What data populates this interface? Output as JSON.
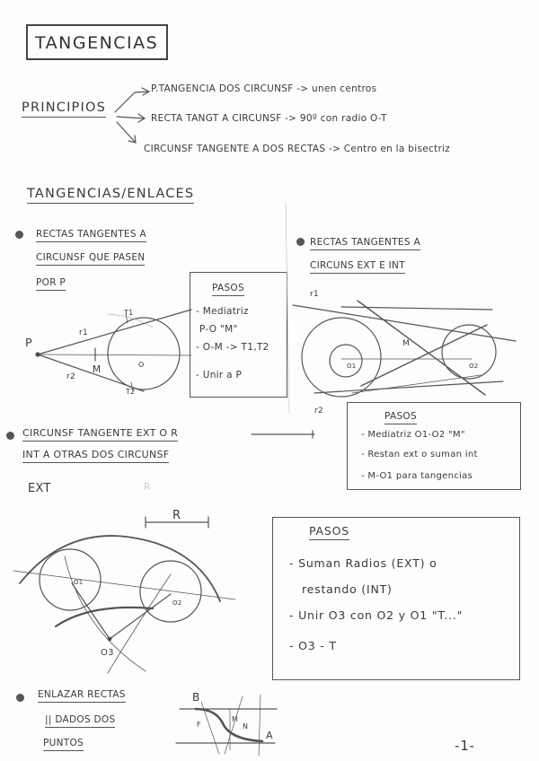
{
  "title": "TANGENCIAS",
  "principios": {
    "label": "PRINCIPIOS",
    "items": [
      "P.TANGENCIA DOS CIRCUNSF -> unen centros",
      "RECTA TANGT A CIRCUNSF -> 90º con radio O-T",
      "CIRCUNSF TANGENTE A DOS RECTAS -> Centro en la bisectriz"
    ]
  },
  "section_heading": "TANGENCIAS/ENLACES",
  "block1": {
    "title_lines": [
      "RECTAS TANGENTES A",
      "CIRCUNSF QUE PASEN",
      "POR P"
    ],
    "labels": {
      "p": "P",
      "t1": "T1",
      "t2": "T2",
      "m": "M",
      "o": "O",
      "r1": "r1",
      "r2": "r2"
    },
    "pasos": {
      "title": "PASOS",
      "steps": [
        "- Mediatriz",
        "P-O \"M\"",
        "- O-M -> T1,T2",
        "- Unir a P"
      ]
    }
  },
  "block2": {
    "title_lines": [
      "RECTAS TANGENTES A",
      "CIRCUNS EXT E INT"
    ],
    "labels": {
      "r1": "r1",
      "r2": "r2",
      "m": "M",
      "o1": "O1",
      "o2": "O2"
    },
    "pasos": {
      "title": "PASOS",
      "steps": [
        "- Mediatriz O1-O2 \"M\"",
        "- Restan ext o suman int",
        "- M-O1 para tangencias"
      ]
    }
  },
  "block3": {
    "title_lines": [
      "CIRCUNSF TANGENTE EXT O  R",
      "INT A OTRAS DOS CIRCUNSF",
      "EXT"
    ],
    "faint_r": "R",
    "r_label": "R",
    "labels": {
      "o1": "O1",
      "o2": "O2",
      "o3": "O3"
    },
    "pasos": {
      "title": "PASOS",
      "steps": [
        "- Suman Radios (EXT) o",
        "restando (INT)",
        "- Unir O3 con O2 y O1 \"T...\"",
        "- O3 - T"
      ]
    }
  },
  "block4": {
    "title_lines": [
      "ENLAZAR RECTAS",
      "|| DADOS DOS",
      "PUNTOS"
    ],
    "labels": {
      "b": "B",
      "a": "A",
      "m": "M",
      "n": "N",
      "f": "F"
    }
  },
  "page_number": "-1-"
}
